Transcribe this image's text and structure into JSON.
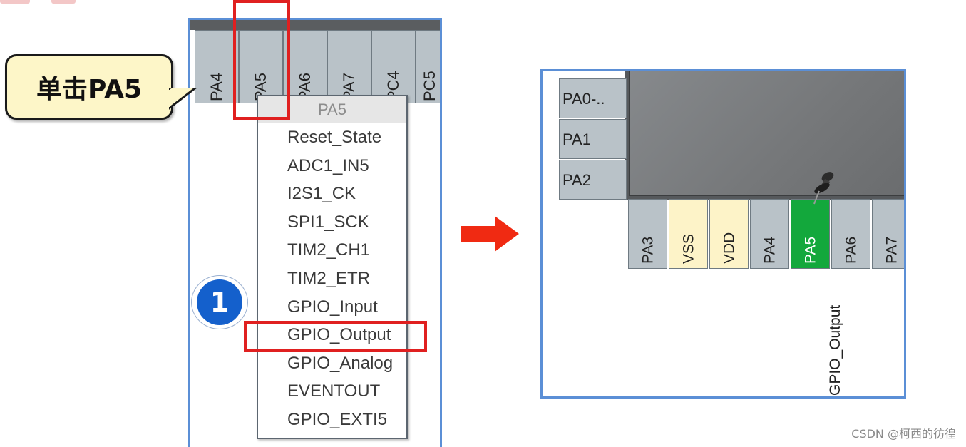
{
  "left": {
    "pins": [
      "PA4",
      "PA5",
      "PA6",
      "PA7",
      "PC4",
      "PC5"
    ],
    "menu": {
      "header": "PA5",
      "items": [
        "Reset_State",
        "ADC1_IN5",
        "I2S1_CK",
        "SPI1_SCK",
        "TIM2_CH1",
        "TIM2_ETR",
        "GPIO_Input",
        "GPIO_Output",
        "GPIO_Analog",
        "EVENTOUT",
        "GPIO_EXTI5"
      ],
      "selected": "GPIO_Output"
    },
    "step": "1",
    "callout": "单击PA5"
  },
  "right": {
    "side_pins": [
      "PA0-..",
      "PA1",
      "PA2"
    ],
    "bottom_pins": [
      {
        "label": "PA3",
        "kind": "gray"
      },
      {
        "label": "VSS",
        "kind": "power"
      },
      {
        "label": "VDD",
        "kind": "power"
      },
      {
        "label": "PA4",
        "kind": "gray"
      },
      {
        "label": "PA5",
        "kind": "active"
      },
      {
        "label": "PA6",
        "kind": "gray"
      },
      {
        "label": "PA7",
        "kind": "gray"
      }
    ],
    "signal": "GPIO_Output"
  },
  "watermark": "CSDN @柯西的彷徨",
  "colors": {
    "highlight": "#e02020",
    "panel_border": "#5b8fd6",
    "active_pin": "#13a83c",
    "pin": "#b9c2c8",
    "power_pin": "#fdf3c8",
    "arrow": "#f02a12",
    "badge": "#1460cc"
  }
}
